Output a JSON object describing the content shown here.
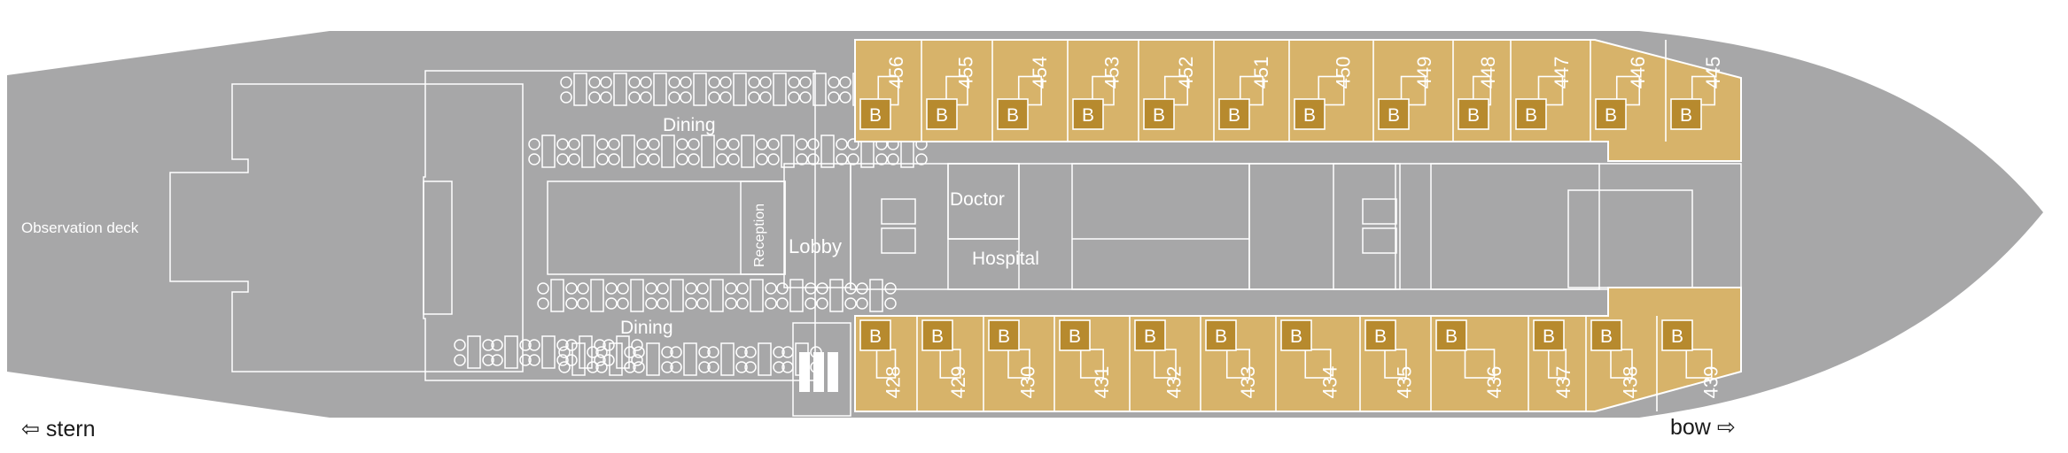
{
  "deck": {
    "colors": {
      "hull": "#a7a7a8",
      "cabin": "#d7b36a",
      "bathroom": "#b78a2e",
      "line": "#ffffff"
    },
    "labels": {
      "observation": "Observation deck",
      "dining_top": "Dining",
      "dining_bottom": "Dining",
      "reception": "Reception",
      "lobby": "Lobby",
      "doctor": "Doctor",
      "hospital": "Hospital"
    },
    "bathroom_marker": "B",
    "cabins_top": [
      "456",
      "455",
      "454",
      "453",
      "452",
      "451",
      "450",
      "449",
      "448",
      "447",
      "446",
      "445"
    ],
    "cabins_bottom": [
      "428",
      "429",
      "430",
      "431",
      "432",
      "433",
      "434",
      "435",
      "436",
      "437",
      "438",
      "439"
    ],
    "nav": {
      "stern": "stern",
      "bow": "bow",
      "stern_arrow_icon": "arrow-left-icon",
      "bow_arrow_icon": "arrow-right-icon"
    }
  }
}
